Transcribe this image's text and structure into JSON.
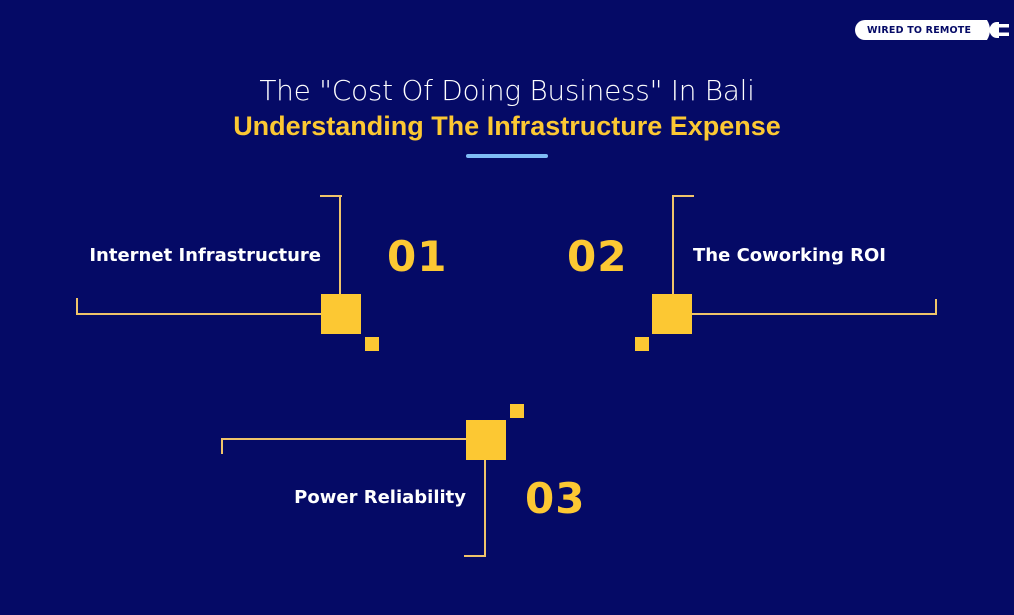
{
  "brand": {
    "logo_text": "WIRED TO REMOTE",
    "logo_icon": "plug-icon"
  },
  "header": {
    "title": "The \"Cost Of Doing Business\" In Bali",
    "subtitle": "Understanding The Infrastructure Expense"
  },
  "colors": {
    "background": "#050a66",
    "accent_yellow": "#fcc833",
    "line_color": "#f0c46a",
    "divider_blue": "#7fbcf5",
    "text_white": "#ffffff"
  },
  "items": [
    {
      "number": "01",
      "label": "Internet Infrastructure"
    },
    {
      "number": "02",
      "label": "The Coworking ROI"
    },
    {
      "number": "03",
      "label": "Power Reliability"
    }
  ]
}
